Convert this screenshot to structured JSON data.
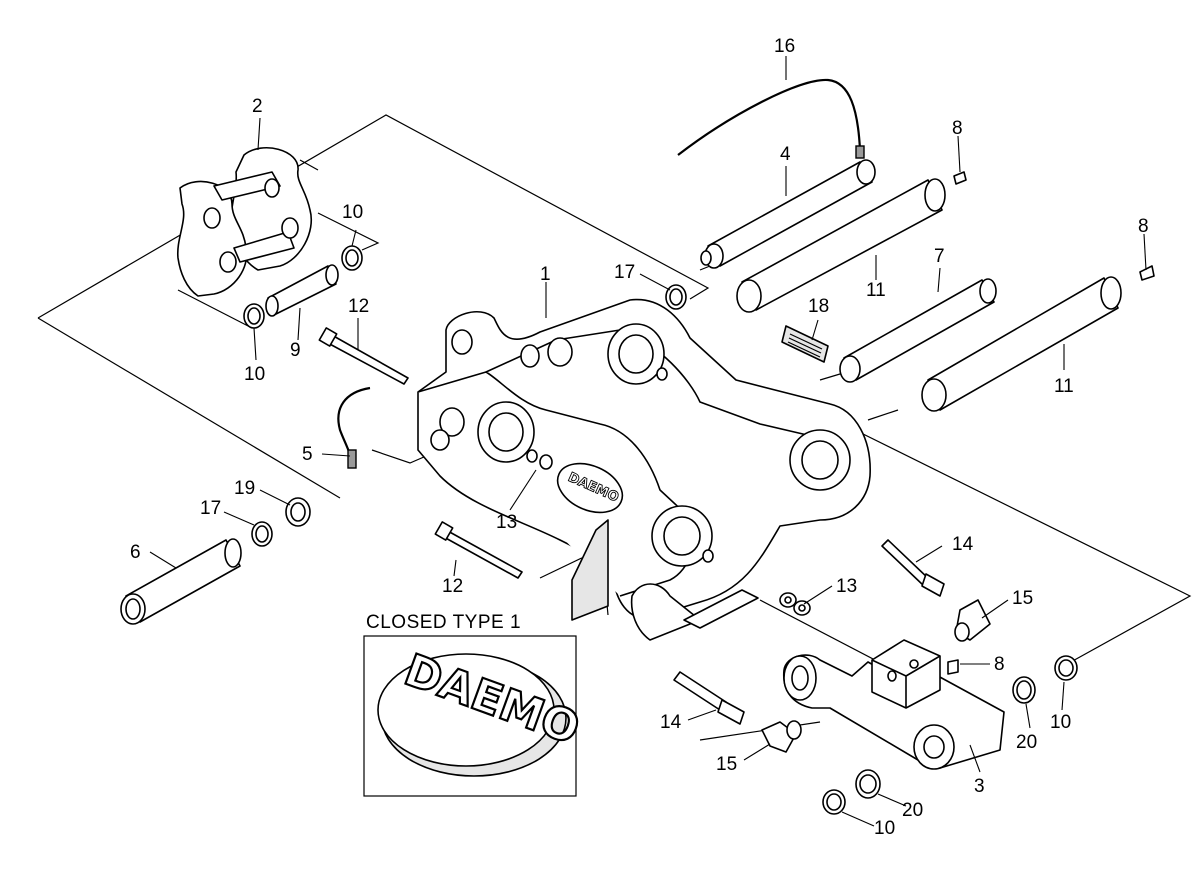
{
  "callouts": {
    "c1": "1",
    "c2": "2",
    "c3": "3",
    "c4": "4",
    "c5": "5",
    "c6": "6",
    "c7": "7",
    "c8a": "8",
    "c8b": "8",
    "c8c": "8",
    "c9": "9",
    "c10a": "10",
    "c10b": "10",
    "c10c": "10",
    "c10d": "10",
    "c11a": "11",
    "c11b": "11",
    "c12a": "12",
    "c12b": "12",
    "c13a": "13",
    "c13b": "13",
    "c14a": "14",
    "c14b": "14",
    "c15a": "15",
    "c15b": "15",
    "c16": "16",
    "c17a": "17",
    "c17b": "17",
    "c18": "18",
    "c19": "19",
    "c20a": "20",
    "c20b": "20"
  },
  "inset": {
    "title": "CLOSED TYPE 1",
    "logo_text": "DAEMO"
  },
  "body_logo_text": "DAEMO"
}
